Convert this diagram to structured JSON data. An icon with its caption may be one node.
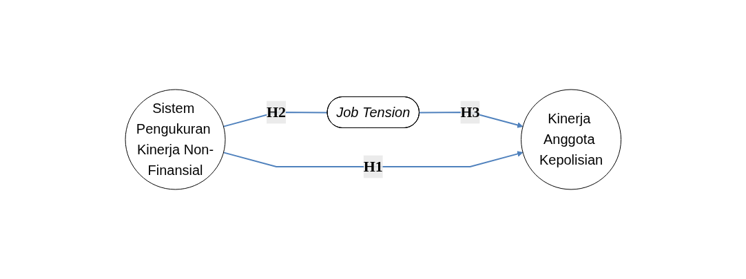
{
  "diagram": {
    "nodes": [
      {
        "text": [
          "Sistem Pengukuran Kinerja Non-Finansial"
        ]
      },
      {
        "text": [
          "Job Tension"
        ]
      },
      {
        "text": [
          "Kinerja Anggota Kepolisian"
        ]
      }
    ],
    "edges": [
      {
        "from": 0,
        "to": 1,
        "arrow": "none",
        "label": "H2"
      },
      {
        "from": 1,
        "to": 2,
        "arrow": "to",
        "label": "H3"
      },
      {
        "from": 0,
        "to": 2,
        "arrow": "to",
        "label": "H1"
      }
    ]
  }
}
